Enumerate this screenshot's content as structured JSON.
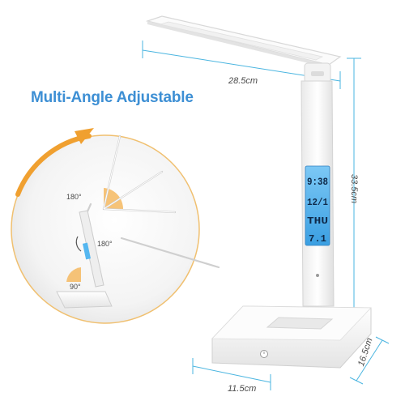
{
  "title": "Multi-Angle Adjustable",
  "dimensions": {
    "width": "28.5cm",
    "height": "33.5cm",
    "base_width": "11.5cm",
    "base_depth": "16.5cm"
  },
  "angles": [
    "180°",
    "180°",
    "90°"
  ],
  "display": {
    "time": "9:38",
    "date": "12/1",
    "weekday": "THU",
    "temperature": "7.1"
  },
  "colors": {
    "title": "#3d8fd4",
    "dimension_line": "#4ab5e0",
    "angle_fill": "#f5b860",
    "lcd": "#55b7f0"
  }
}
